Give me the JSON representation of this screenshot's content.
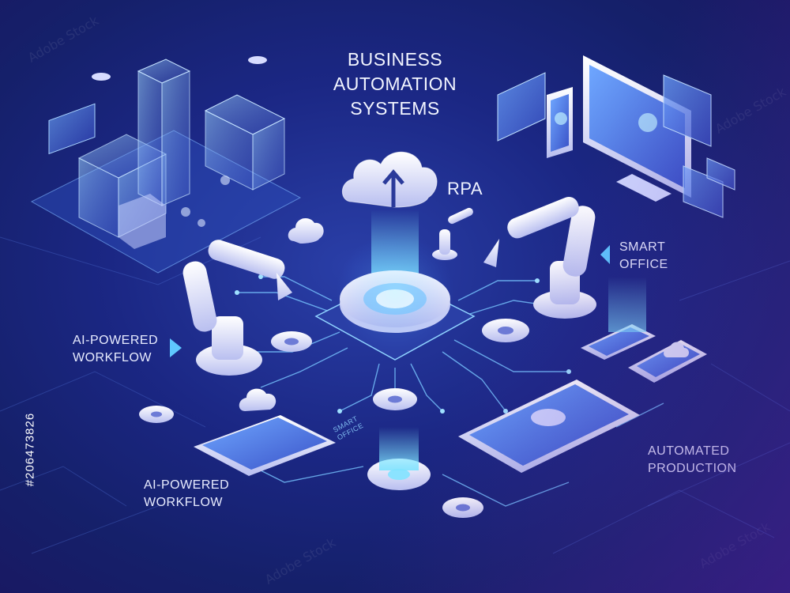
{
  "title": {
    "line1": "BUSINESS",
    "line2": "AUTOMATION",
    "line3": "SYSTEMS"
  },
  "labels": {
    "rpa": "RPA",
    "smart_office": {
      "line1": "SMART",
      "line2": "OFFICE"
    },
    "ai_left": {
      "line1": "AI-POWERED",
      "line2": "WORKFLOW"
    },
    "ai_bottom": {
      "line1": "AI-POWERED",
      "line2": "WORKFLOW"
    },
    "automated_production": {
      "line1": "AUTOMATED",
      "line2": "PRODUCTION"
    },
    "smart_office_small": {
      "line1": "SMART",
      "line2": "OFFICE"
    }
  },
  "stock_id": "#206473826",
  "watermark": "Adobe Stock",
  "colors": {
    "background": "#1b2784",
    "accent_glow": "#5fc8ff",
    "object_white": "#e9ecff",
    "object_shadow": "#9aa3e0"
  },
  "icons": [
    "cloud-upload-icon",
    "cloud-icon",
    "gear-icon",
    "robot-arm-icon",
    "tablet-icon",
    "smartphone-icon",
    "monitor-icon",
    "building-icon",
    "drone-icon",
    "arrow-right-icon",
    "arrow-left-icon"
  ]
}
